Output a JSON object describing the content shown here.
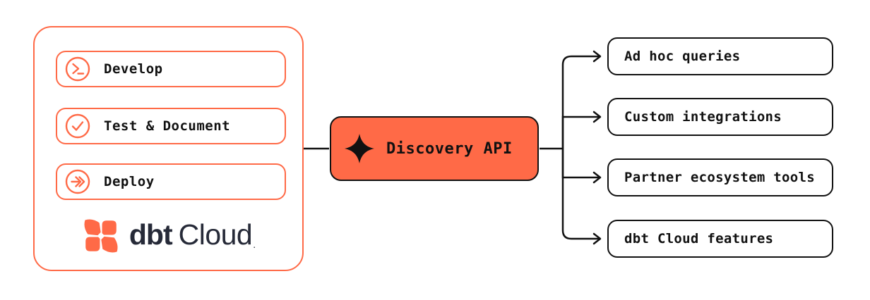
{
  "diagram": {
    "source_panel": {
      "stages": [
        {
          "label": "Develop",
          "icon": "terminal-prompt-icon"
        },
        {
          "label": "Test & Document",
          "icon": "check-circle-icon"
        },
        {
          "label": "Deploy",
          "icon": "fast-forward-arrow-icon"
        }
      ],
      "logo": {
        "brand_bold": "dbt",
        "brand_regular": "Cloud",
        "trademark_dot": "."
      }
    },
    "api_node": {
      "label": "Discovery API",
      "icon": "sparkle-icon"
    },
    "outputs": [
      {
        "label": "Ad hoc queries"
      },
      {
        "label": "Custom integrations"
      },
      {
        "label": "Partner ecosystem tools"
      },
      {
        "label": "dbt Cloud features"
      }
    ],
    "colors": {
      "accent_orange": "#FF6A47",
      "line_ink": "#111111",
      "logo_navy": "#262A38",
      "background": "#FFFFFF"
    }
  }
}
